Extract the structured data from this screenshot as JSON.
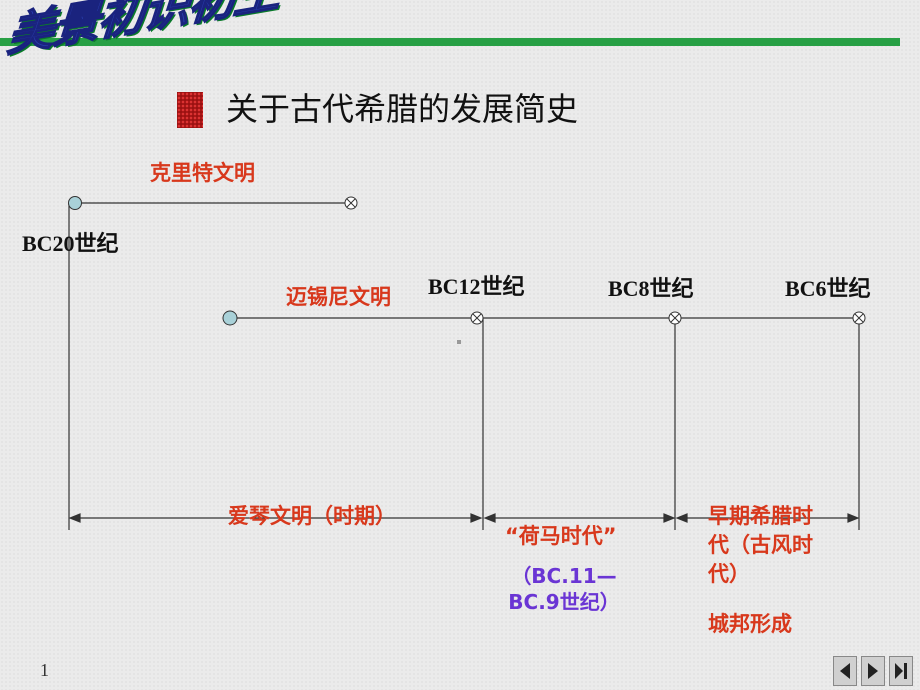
{
  "header": {
    "art_title": "美景初识初生",
    "title": "关于古代希腊的发展简史"
  },
  "diagram": {
    "crete_label": "克里特文明",
    "bc20_label": "BC20世纪",
    "mycenae_label": "迈锡尼文明",
    "bc12_label": "BC12世纪",
    "bc8_label": "BC8世纪",
    "bc6_label": "BC6世纪",
    "aegean_period": "爱琴文明（时期）",
    "homer_period": "“荷马时代”",
    "homer_dates_line1": "（BC.11—",
    "homer_dates_line2": "BC.9世纪）",
    "archaic_period": "早期希腊时代（古风时代）",
    "city_state": "城邦形成"
  },
  "footer": {
    "page_number": "1"
  },
  "colors": {
    "accent_green": "#28a045",
    "label_red": "#d8381c",
    "label_purple": "#6a35d4"
  },
  "icons": [
    "prev-slide-icon",
    "next-slide-icon",
    "end-slide-icon"
  ]
}
